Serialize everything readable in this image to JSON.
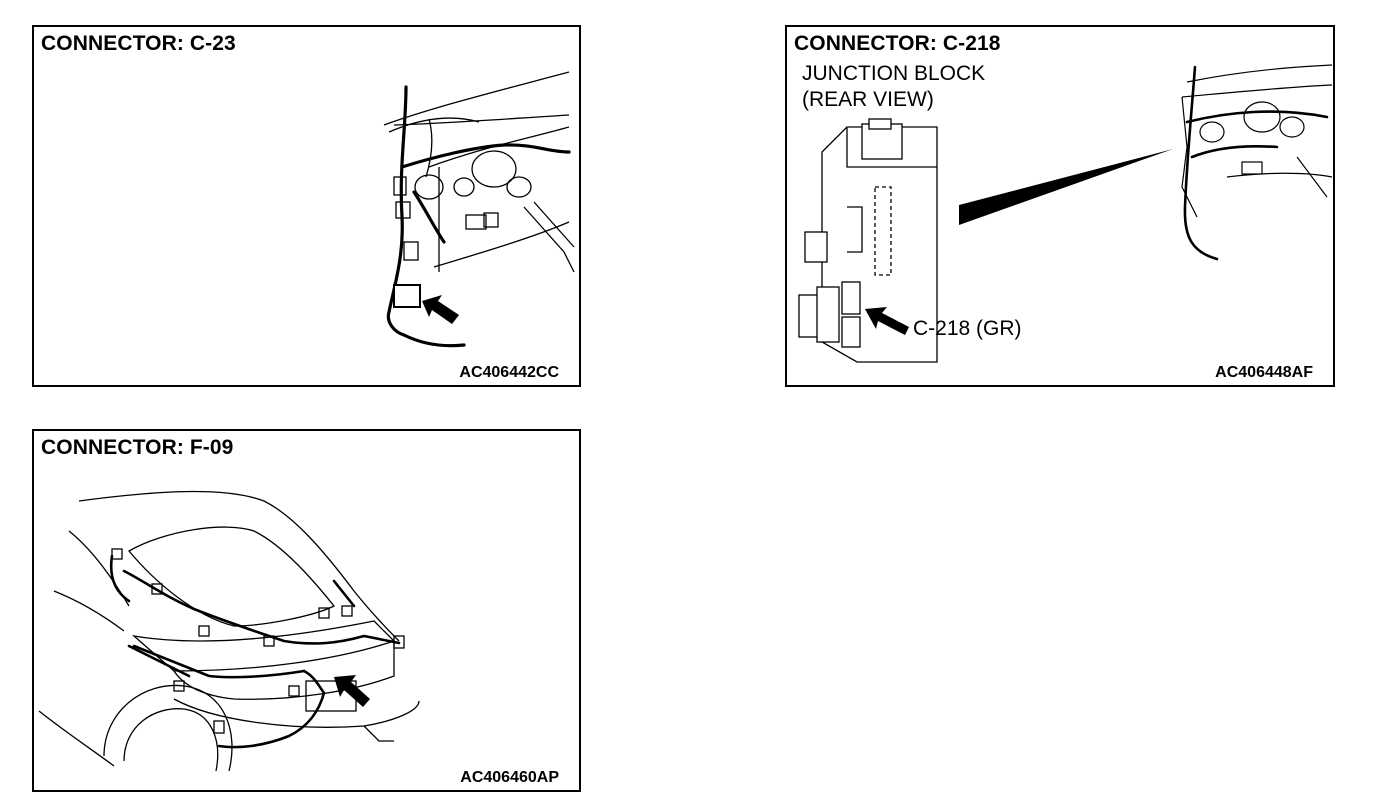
{
  "panels": [
    {
      "title": "CONNECTOR: C-23",
      "code": "AC406442CC"
    },
    {
      "title": "CONNECTOR: C-218",
      "subtitle_line1": "JUNCTION BLOCK",
      "subtitle_line2": "(REAR VIEW)",
      "connector_label": "C-218 (GR)",
      "code": "AC406448AF"
    },
    {
      "title": "CONNECTOR: F-09",
      "code": "AC406460AP"
    }
  ]
}
